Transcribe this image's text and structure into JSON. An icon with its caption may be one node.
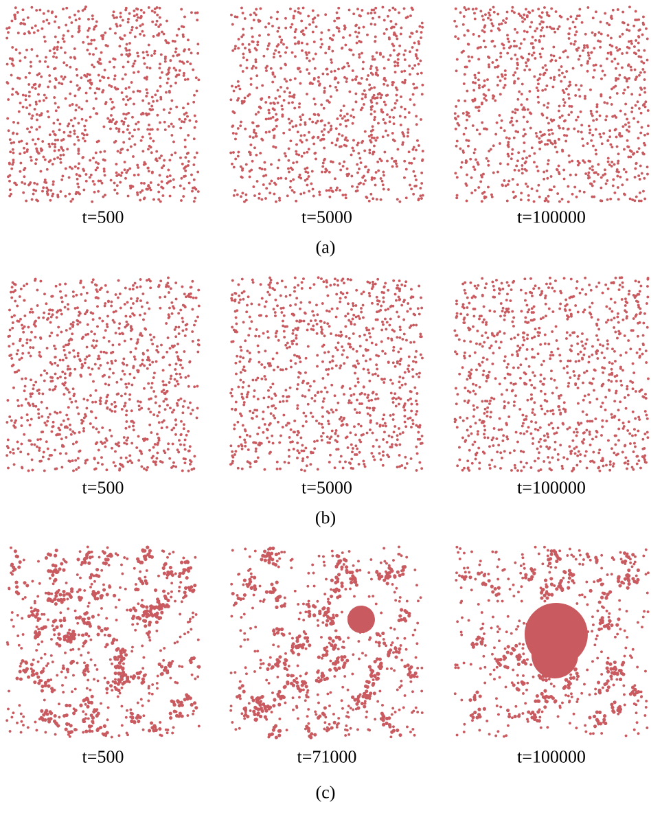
{
  "diagram": {
    "labels": [
      "t=500",
      "t=5000",
      "t=100000",
      "(a)",
      "t=500",
      "t=5000",
      "t=100000",
      "(b)",
      "t=500",
      "t=71000",
      "t=100000",
      "(c)"
    ]
  }
}
